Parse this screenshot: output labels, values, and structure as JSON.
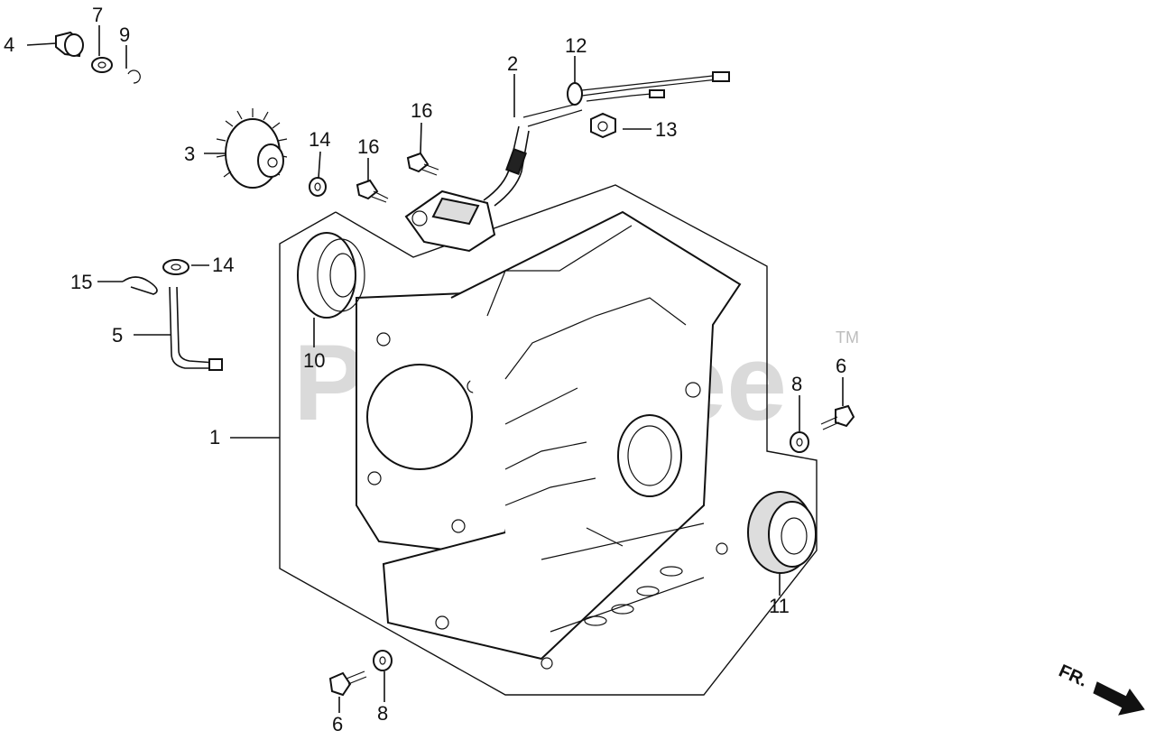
{
  "watermark": {
    "text": "PartsTree",
    "tm": "TM"
  },
  "direction_marker": {
    "text": "FR."
  },
  "callouts": [
    {
      "id": "c4",
      "text": "4"
    },
    {
      "id": "c7",
      "text": "7"
    },
    {
      "id": "c9",
      "text": "9"
    },
    {
      "id": "c3",
      "text": "3"
    },
    {
      "id": "c14a",
      "text": "14"
    },
    {
      "id": "c16a",
      "text": "16"
    },
    {
      "id": "c16b",
      "text": "16"
    },
    {
      "id": "c2",
      "text": "2"
    },
    {
      "id": "c12",
      "text": "12"
    },
    {
      "id": "c13",
      "text": "13"
    },
    {
      "id": "c15",
      "text": "15"
    },
    {
      "id": "c14b",
      "text": "14"
    },
    {
      "id": "c5",
      "text": "5"
    },
    {
      "id": "c10",
      "text": "10"
    },
    {
      "id": "c1",
      "text": "1"
    },
    {
      "id": "c8a",
      "text": "8"
    },
    {
      "id": "c6a",
      "text": "6"
    },
    {
      "id": "c11",
      "text": "11"
    },
    {
      "id": "c6b",
      "text": "6"
    },
    {
      "id": "c8b",
      "text": "8"
    }
  ]
}
